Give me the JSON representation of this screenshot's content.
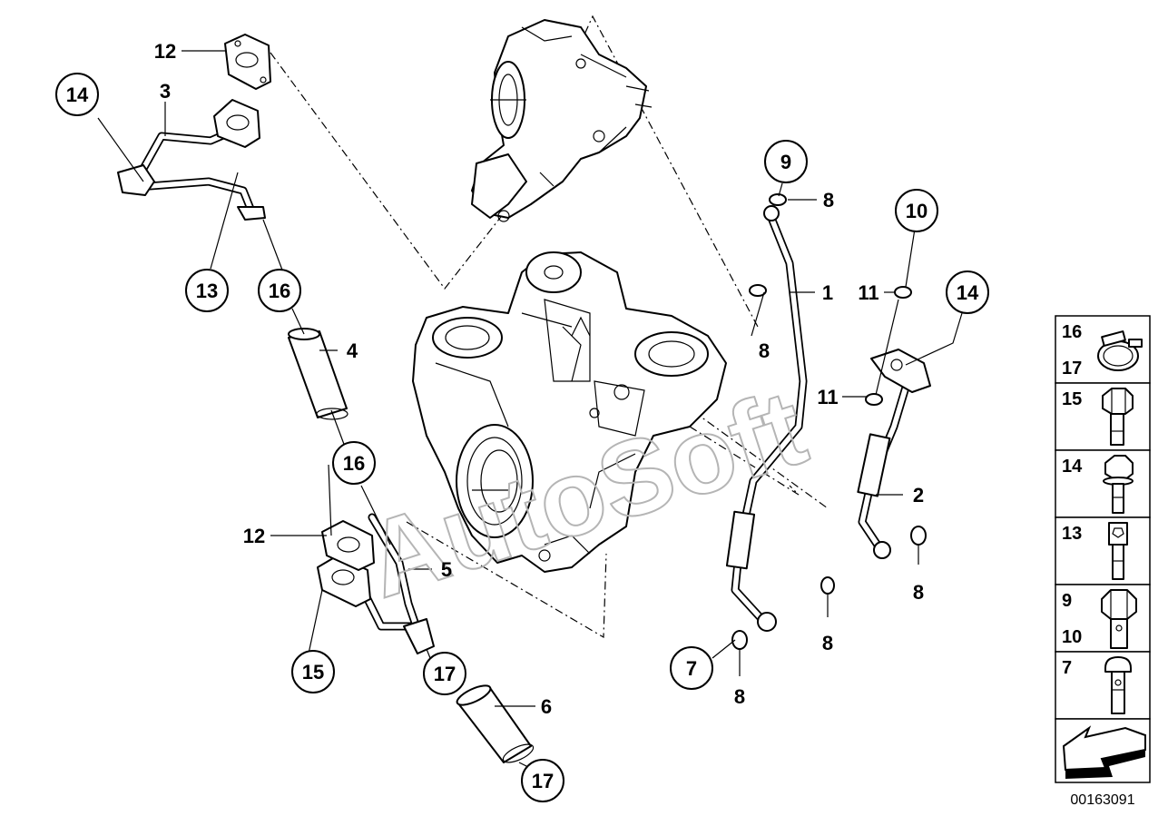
{
  "diagram": {
    "catalog_number": "00163091",
    "watermark": "AutoSoft",
    "circled_callouts": [
      {
        "id": "c14a",
        "text": "14"
      },
      {
        "id": "c13",
        "text": "13"
      },
      {
        "id": "c16a",
        "text": "16"
      },
      {
        "id": "c16b",
        "text": "16"
      },
      {
        "id": "c15",
        "text": "15"
      },
      {
        "id": "c17a",
        "text": "17"
      },
      {
        "id": "c17b",
        "text": "17"
      },
      {
        "id": "c9",
        "text": "9"
      },
      {
        "id": "c10",
        "text": "10"
      },
      {
        "id": "c14b",
        "text": "14"
      },
      {
        "id": "c7",
        "text": "7"
      }
    ],
    "plain_callouts": [
      {
        "id": "p12a",
        "text": "12"
      },
      {
        "id": "p3",
        "text": "3"
      },
      {
        "id": "p4",
        "text": "4"
      },
      {
        "id": "p12b",
        "text": "12"
      },
      {
        "id": "p5",
        "text": "5"
      },
      {
        "id": "p6",
        "text": "6"
      },
      {
        "id": "p8a",
        "text": "8"
      },
      {
        "id": "p1",
        "text": "1"
      },
      {
        "id": "p8b",
        "text": "8"
      },
      {
        "id": "p11a",
        "text": "11"
      },
      {
        "id": "p11b",
        "text": "11"
      },
      {
        "id": "p2",
        "text": "2"
      },
      {
        "id": "p8c",
        "text": "8"
      },
      {
        "id": "p8d",
        "text": "8"
      },
      {
        "id": "p8e",
        "text": "8"
      }
    ]
  },
  "legend": {
    "rows": [
      {
        "labels": [
          "16",
          "17"
        ],
        "icon": "hose-clamp-icon"
      },
      {
        "labels": [
          "15"
        ],
        "icon": "hex-bolt-icon"
      },
      {
        "labels": [
          "14"
        ],
        "icon": "flange-bolt-icon"
      },
      {
        "labels": [
          "13"
        ],
        "icon": "socket-head-screw-icon"
      },
      {
        "labels": [
          "9",
          "10"
        ],
        "icon": "banjo-bolt-icon"
      },
      {
        "labels": [
          "7"
        ],
        "icon": "hollow-screw-icon"
      },
      {
        "labels": [],
        "icon": "direction-arrow-icon"
      }
    ]
  }
}
